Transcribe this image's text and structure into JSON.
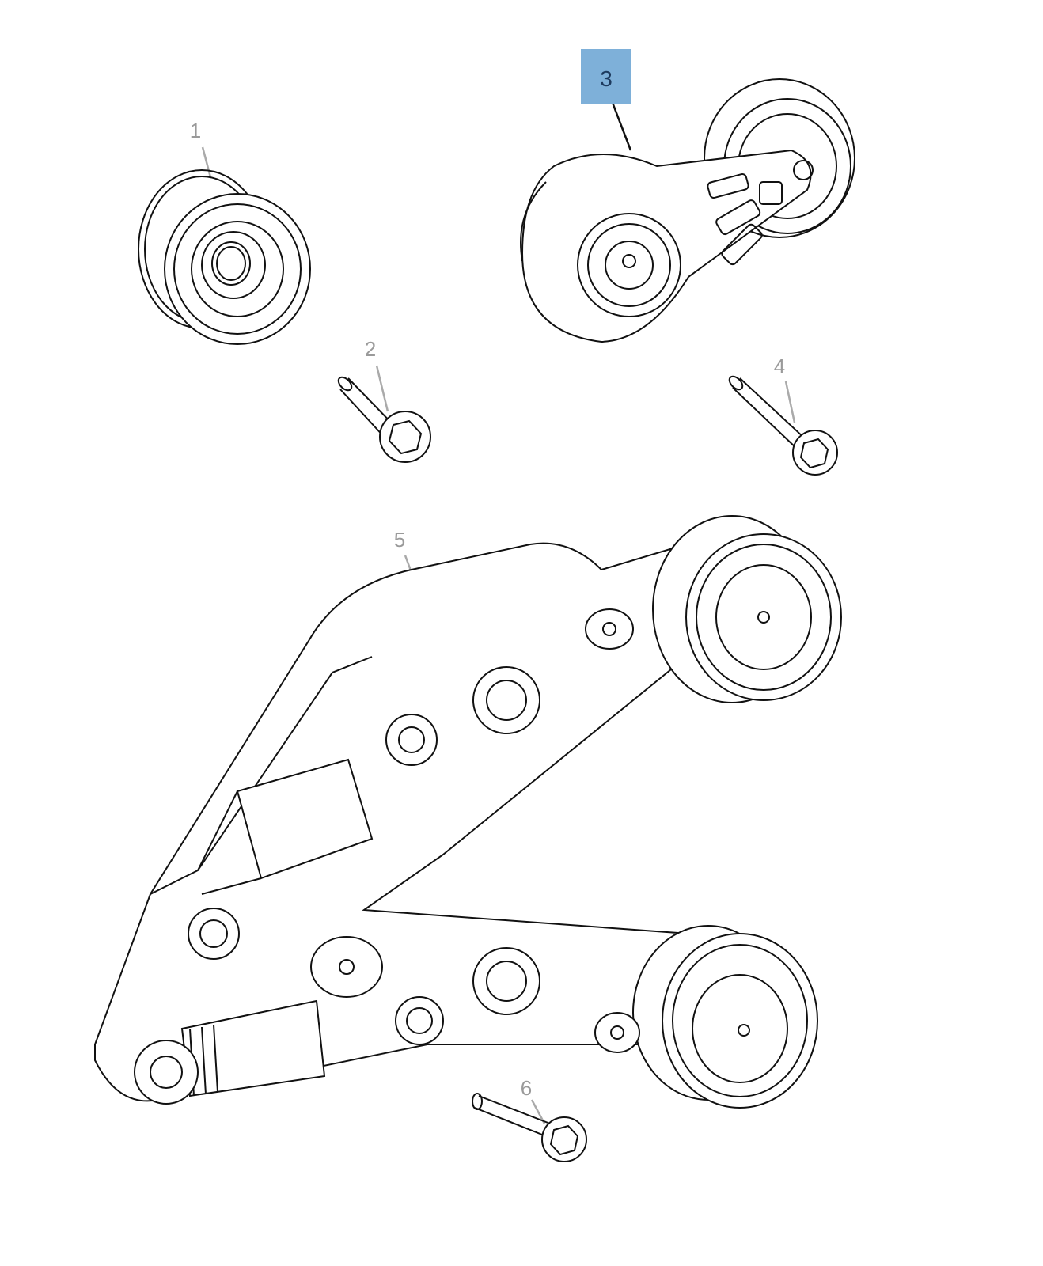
{
  "diagram": {
    "callouts": [
      {
        "number": "1",
        "highlighted": false
      },
      {
        "number": "2",
        "highlighted": false
      },
      {
        "number": "3",
        "highlighted": true
      },
      {
        "number": "4",
        "highlighted": false
      },
      {
        "number": "5",
        "highlighted": false
      },
      {
        "number": "6",
        "highlighted": false
      }
    ],
    "colors": {
      "highlight": "#7eb0d9",
      "highlight_text": "#1d3a5e",
      "callout_text": "#9a9a9a",
      "line": "#111111"
    }
  }
}
